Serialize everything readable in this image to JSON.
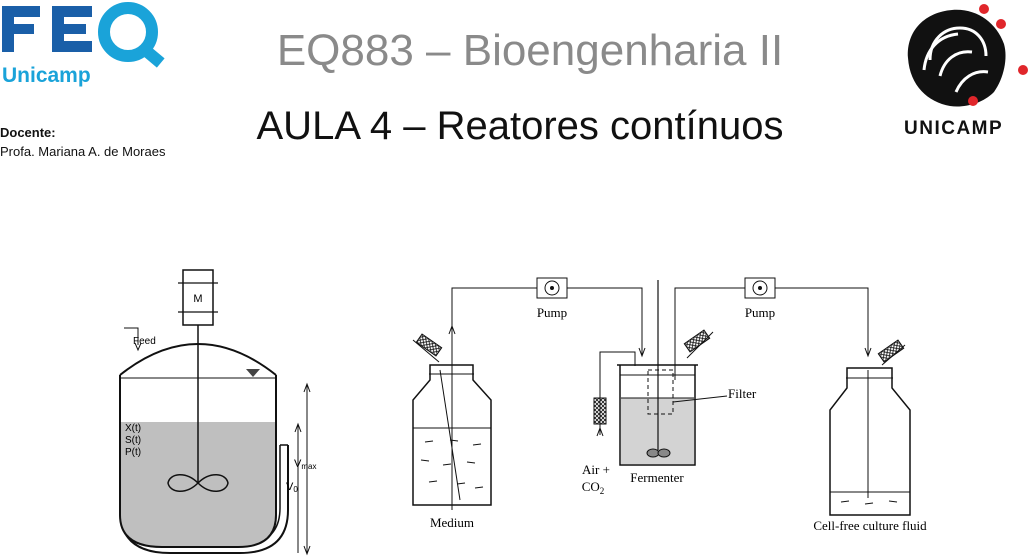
{
  "header": {
    "course_title": "EQ883 – Bioengenharia II",
    "lesson_title": "AULA 4 – Reatores contínuos"
  },
  "instructor": {
    "label": "Docente:",
    "name": "Profa. Mariana A. de Moraes"
  },
  "logos": {
    "feq_text": "FEQ",
    "feq_subtext": "Unicamp",
    "unicamp_text": "UNICAMP",
    "feq_color": "#1a5fa8",
    "feq_accent": "#1aa3d9",
    "unicamp_dot_color": "#e0262b"
  },
  "reactor_diagram": {
    "motor_label": "M",
    "feed_label": "Feed",
    "x_label": "X(t)",
    "s_label": "S(t)",
    "p_label": "P(t)",
    "vmax_main": "V",
    "vmax_sub": "max",
    "v0_main": "V",
    "v0_sub": "0"
  },
  "perfusion_diagram": {
    "pump_left_label": "Pump",
    "pump_right_label": "Pump",
    "medium_label": "Medium",
    "filter_label": "Filter",
    "fermenter_label": "Fermenter",
    "air_label": "Air +",
    "co2_main": "CO",
    "co2_sub": "2",
    "cell_free_label": "Cell-free culture fluid"
  }
}
